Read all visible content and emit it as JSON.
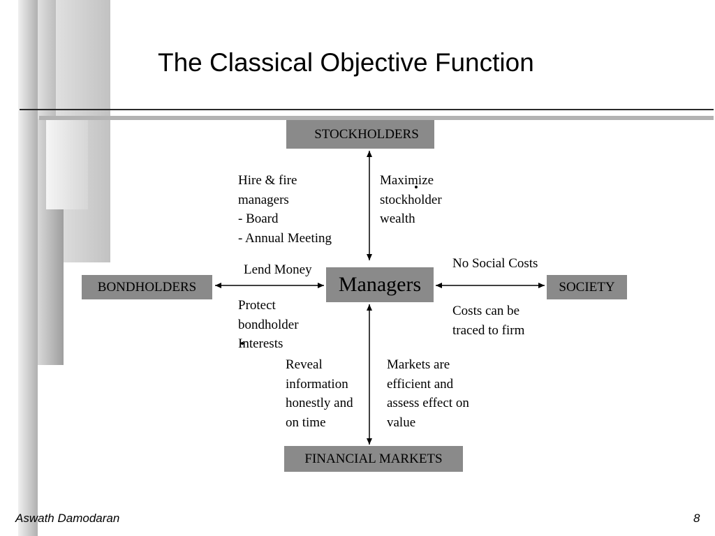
{
  "slide": {
    "title": "The Classical Objective Function",
    "footer_author": "Aswath Damodaran",
    "page_number": "8"
  },
  "nodes": {
    "stockholders": "STOCKHOLDERS",
    "managers": "Managers",
    "bondholders": "BONDHOLDERS",
    "society": "SOCIETY",
    "financial_markets": "FINANCIAL MARKETS"
  },
  "labels": {
    "hire_fire": "Hire & fire\nmanagers\n- Board\n- Annual Meeting",
    "maximize": "Maximize\nstockholder\nwealth",
    "lend_money": "Lend Money",
    "protect": "Protect\nbondholder\nInterests",
    "no_social_costs": "No Social Costs",
    "costs_traced": "Costs can be\ntraced to firm",
    "reveal_info": "Reveal\ninformation\nhonestly and\non time",
    "markets_efficient": "Markets are\nefficient and\nassess effect on\nvalue"
  },
  "colors": {
    "box_fill": "#8a8a8a",
    "bar_light": "#e6e6e6",
    "bar_mid": "#c8c8c8",
    "bar_dark": "#9a9a9a"
  }
}
